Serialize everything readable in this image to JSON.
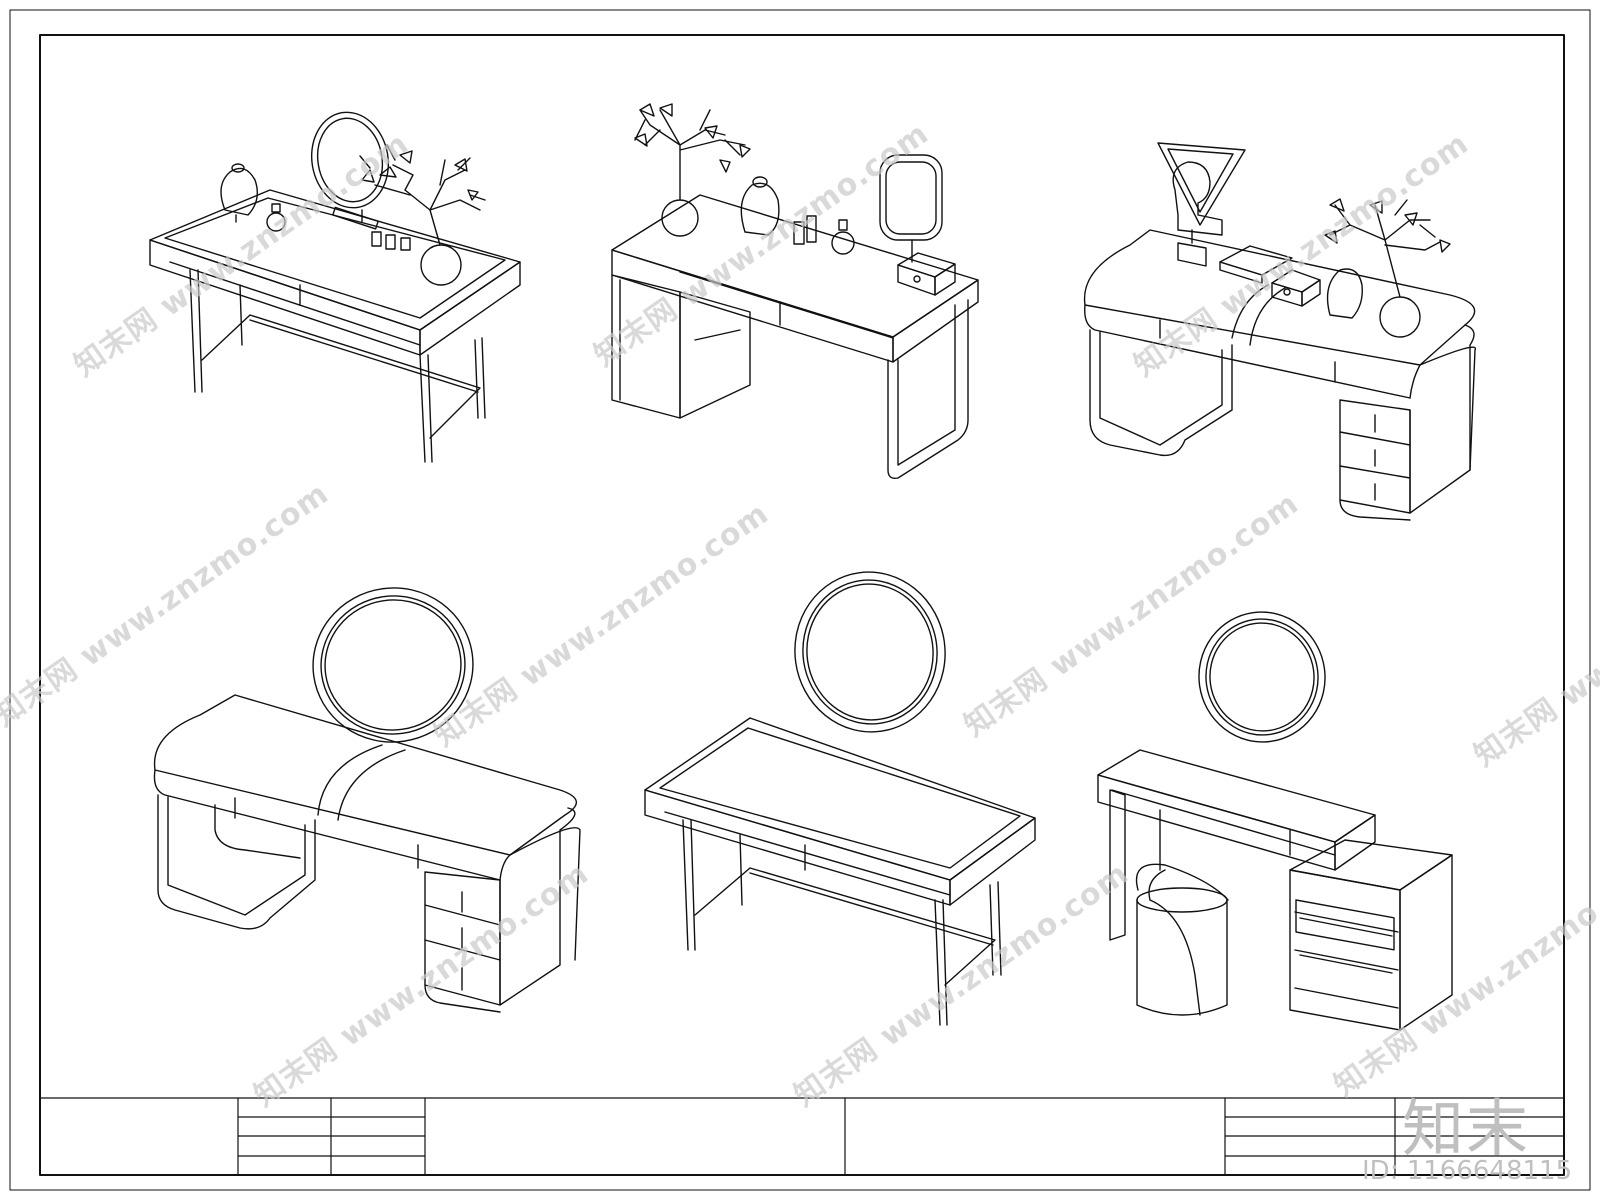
{
  "watermark": {
    "url_text": "www.znzmo.com",
    "brand_text": "知末网"
  },
  "logo_text": "知末",
  "id_label": "ID: 1166648115",
  "drawing": {
    "type": "cad-furniture-elevation-sheet",
    "items": [
      "dressing-table-1",
      "dressing-table-2",
      "dressing-table-3",
      "dressing-table-4",
      "dressing-table-5",
      "dressing-table-6"
    ]
  }
}
